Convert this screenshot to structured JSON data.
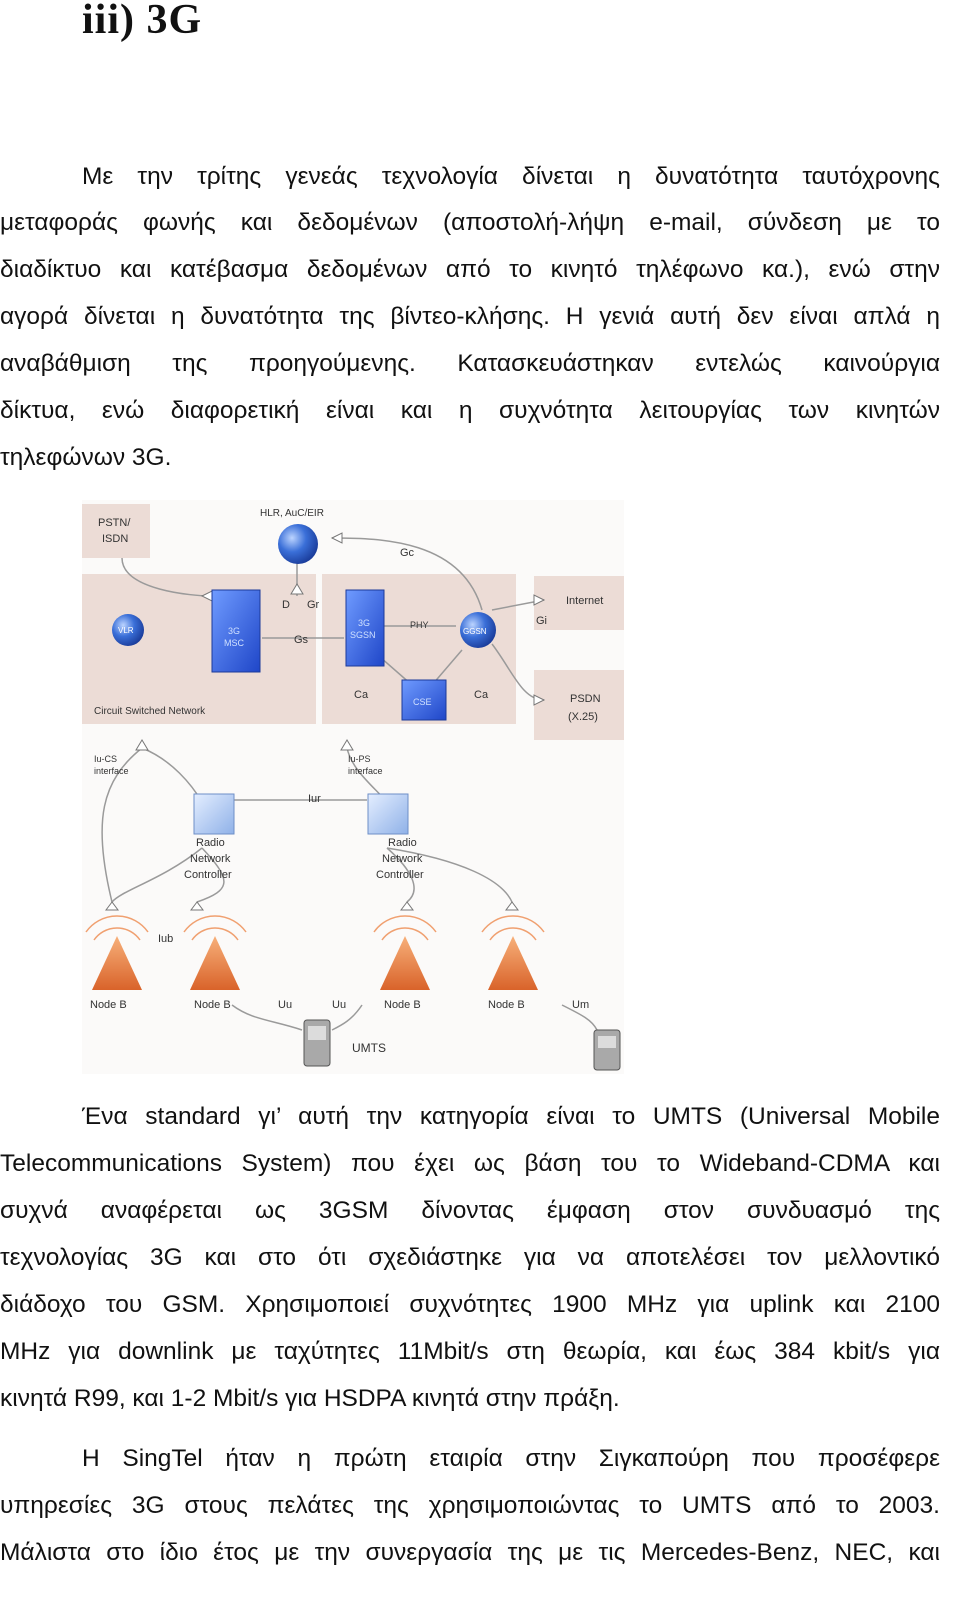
{
  "heading": "iii)  3G",
  "paragraph1": [
    "Με την τρίτης γενεάς τεχνολογία δίνεται η δυνατότητα  ταυτόχρονης",
    "μεταφοράς φωνής και δεδομένων (αποστολή-λήψη e-mail, σύνδεση με το",
    "διαδίκτυο και κατέβασμα δεδομένων από το κινητό τηλέφωνο κα.), ενώ στην",
    "αγορά δίνεται η δυνατότητα της βίντεο-κλήσης. Η γενιά αυτή δεν είναι απλά η",
    "αναβάθμιση της προηγούμενης. Κατασκευάστηκαν εντελώς καινούργια",
    "δίκτυα, ενώ διαφορετική είναι και η συχνότητα λειτουργίας των κινητών",
    "τηλεφώνων 3G."
  ],
  "diagram": {
    "pstn": [
      "PSTN/",
      "ISDN"
    ],
    "hlr": "HLR, AuC/EIR",
    "gc": "Gc",
    "d": "D",
    "gr": "Gr",
    "vlr": "VLR",
    "msc": [
      "3G",
      "MSC"
    ],
    "gs": "Gs",
    "sgsn": [
      "3G",
      "SGSN"
    ],
    "phy": "PHY",
    "ggsn": "GGSN",
    "gi": "Gi",
    "internet": "Internet",
    "ca_left": "Ca",
    "ca_right": "Ca",
    "cse": "CSE",
    "psdn": [
      "PSDN",
      "(X.25)"
    ],
    "cs_network": "Circuit Switched Network",
    "iu_cs": [
      "Iu-CS",
      "interface"
    ],
    "iu_ps": [
      "Iu-PS",
      "interface"
    ],
    "iur": "Iur",
    "rnc_left": [
      "Radio",
      "Network",
      "Controller"
    ],
    "rnc_right": [
      "Radio",
      "Network",
      "Controller"
    ],
    "iub": "Iub",
    "node_b": [
      "Node B",
      "Node B",
      "Node B",
      "Node B"
    ],
    "uu1": "Uu",
    "uu2": "Uu",
    "um": "Um",
    "umts": "UMTS"
  },
  "paragraph2": [
    "Ένα standard γι’ αυτή την κατηγορία είναι το UMTS (Universal Mobile",
    "Telecommunications System) που έχει ως βάση του το Wideband-CDMA και",
    "συχνά αναφέρεται ως 3GSM δίνοντας έμφαση στον συνδυασμό της",
    "τεχνολογίας 3G και στο ότι σχεδιάστηκε για να αποτελέσει τον μελλοντικό",
    "διάδοχο του GSM. Χρησιμοποιεί συχνότητες 1900 MHz για uplink και 2100",
    "MHz για downlink με ταχύτητες 11Mbit/s στη θεωρία, και έως 384 kbit/s για",
    "κινητά R99, και 1-2 Mbit/s για HSDPA κινητά στην πράξη."
  ],
  "paragraph3": [
    "Η SingTel ήταν η πρώτη εταιρία στην Σιγκαπούρη που προσέφερε",
    "υπηρεσίες 3G στους πελάτες της χρησιμοποιώντας το UMTS από το 2003.",
    "Μάλιστα στο ίδιο έτος με την συνεργασία της με τις Mercedes-Benz, NEC, και"
  ]
}
